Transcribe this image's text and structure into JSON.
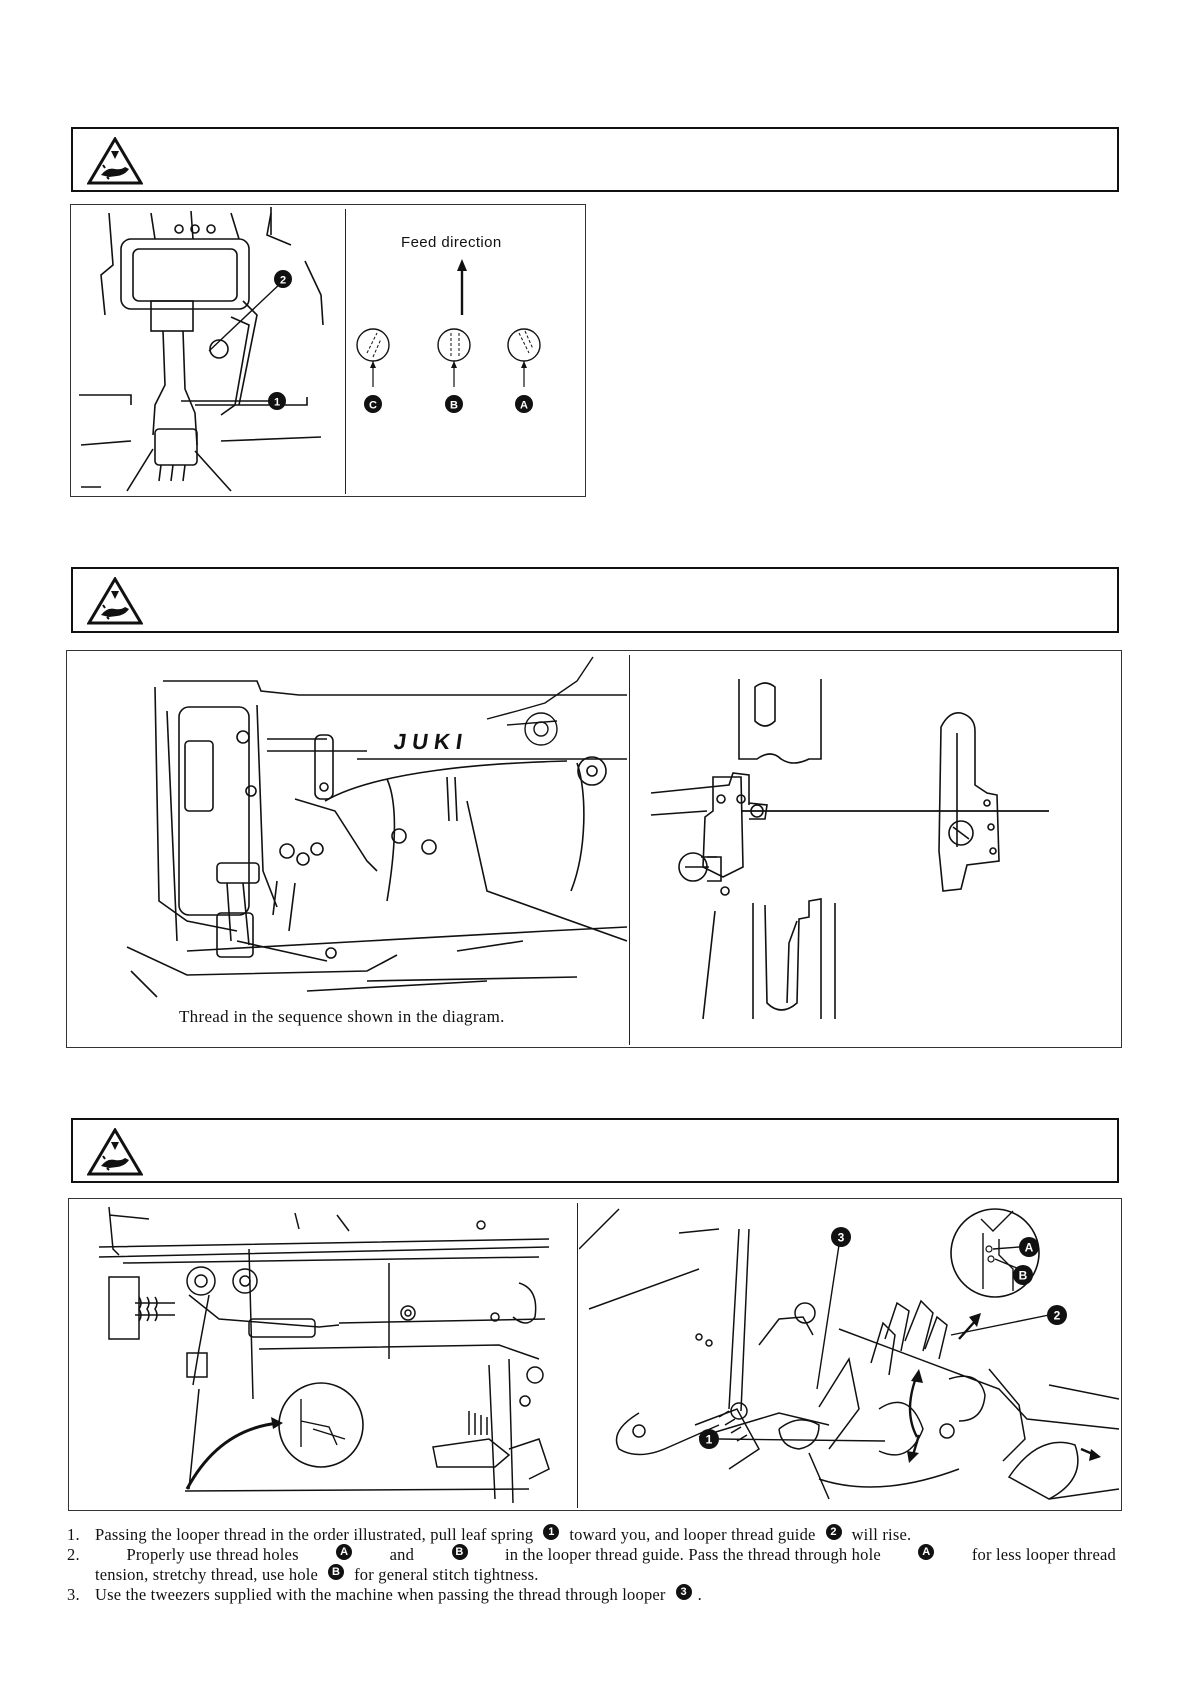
{
  "diagram1": {
    "feed_direction": "Feed direction",
    "labels": {
      "one": "1",
      "two": "2",
      "a": "A",
      "b": "B",
      "c": "C"
    }
  },
  "diagram2": {
    "brand": "JUKI",
    "caption": "Thread in the sequence shown in the diagram."
  },
  "diagram3": {
    "labels": {
      "one": "1",
      "two": "2",
      "three": "3",
      "a": "A",
      "b": "B"
    }
  },
  "instructions": [
    {
      "num": "1.",
      "parts": [
        "Passing the looper thread in the order illustrated, pull leaf spring",
        "1",
        "toward you, and looper thread guide",
        "2",
        "will rise."
      ]
    },
    {
      "num": "2.",
      "parts": [
        "Properly use thread holes",
        "A",
        "and",
        "B",
        "in the looper thread guide. Pass the thread through hole",
        "A",
        "for less looper thread"
      ]
    },
    {
      "num": "",
      "parts": [
        "tension, stretchy thread, use hole",
        "B",
        "for general stitch tightness."
      ]
    },
    {
      "num": "3.",
      "parts": [
        "Use the tweezers supplied with the machine when passing the thread through looper",
        "3",
        "."
      ]
    }
  ]
}
